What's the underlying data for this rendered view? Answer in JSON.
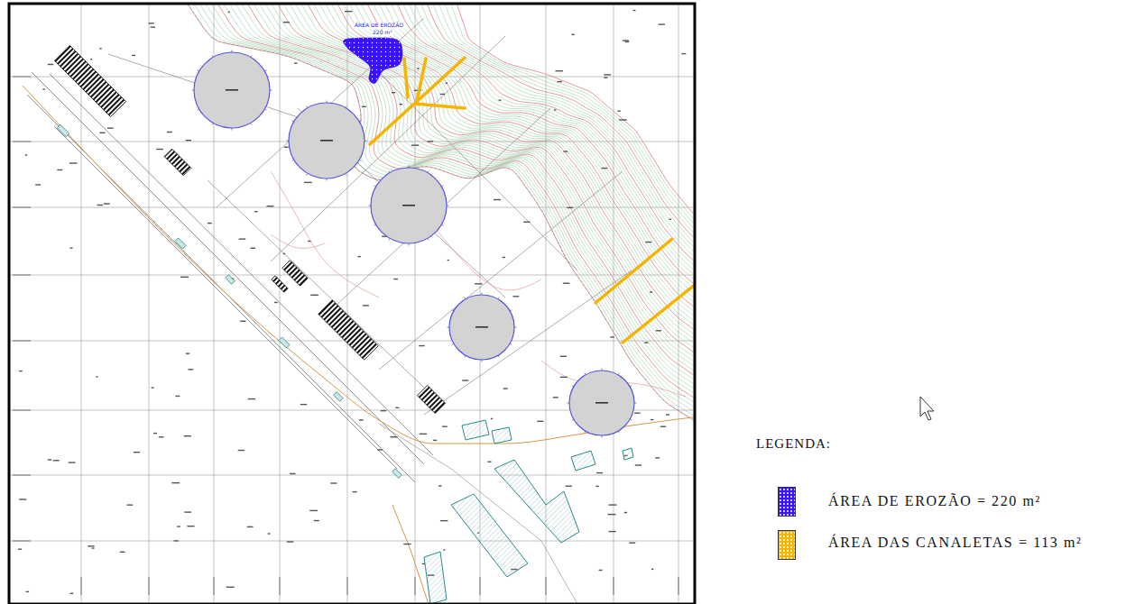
{
  "diagram": {
    "labels": [
      "ÁREA DE EROZÃO",
      "220 m²",
      "LEGENDA:"
    ],
    "legend": [
      {
        "text": "ÁREA DE EROZÃO = 220 m²",
        "color": "#3a12ff"
      },
      {
        "text": "ÁREA DAS CANALETAS = 113 m²",
        "color": "#f5b400"
      }
    ]
  }
}
